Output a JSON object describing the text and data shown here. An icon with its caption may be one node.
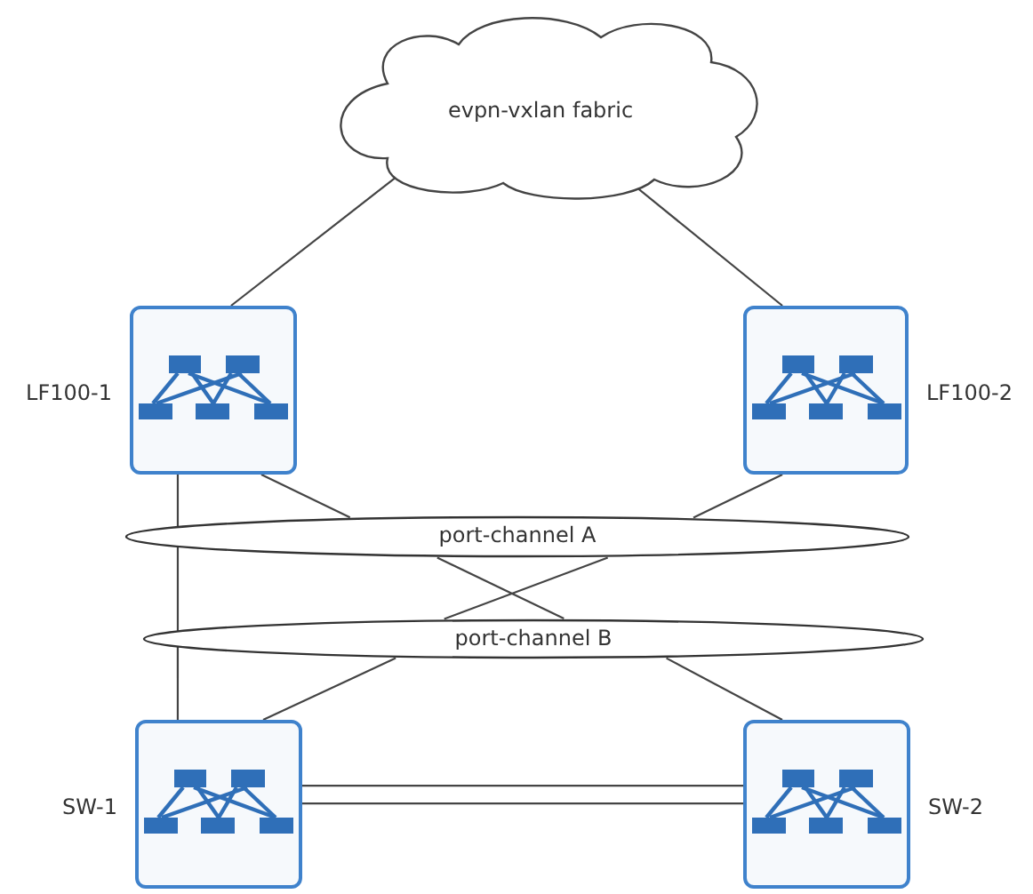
{
  "diagram": {
    "nodes": [
      {
        "text": [
          "evpn-vxlan fabric"
        ]
      },
      {
        "text": [
          "LF100-1"
        ]
      },
      {
        "text": [
          "LF100-2"
        ]
      },
      {
        "text": [
          "port-channel A"
        ]
      },
      {
        "text": [
          "port-channel B"
        ]
      },
      {
        "text": [
          "SW-1"
        ]
      },
      {
        "text": [
          "SW-2"
        ]
      }
    ],
    "edges": [
      {
        "from": 0,
        "to": 1,
        "arrow": "none"
      },
      {
        "from": 0,
        "to": 2,
        "arrow": "none"
      },
      {
        "from": 1,
        "to": 3,
        "arrow": "none"
      },
      {
        "from": 2,
        "to": 3,
        "arrow": "none"
      },
      {
        "from": 3,
        "to": 4,
        "arrow": "none"
      },
      {
        "from": 3,
        "to": 4,
        "arrow": "none"
      },
      {
        "from": 4,
        "to": 5,
        "arrow": "none"
      },
      {
        "from": 4,
        "to": 6,
        "arrow": "none"
      },
      {
        "from": 1,
        "to": 5,
        "arrow": "none"
      },
      {
        "from": 5,
        "to": 6,
        "arrow": "none"
      },
      {
        "from": 5,
        "to": 6,
        "arrow": "none"
      }
    ]
  }
}
